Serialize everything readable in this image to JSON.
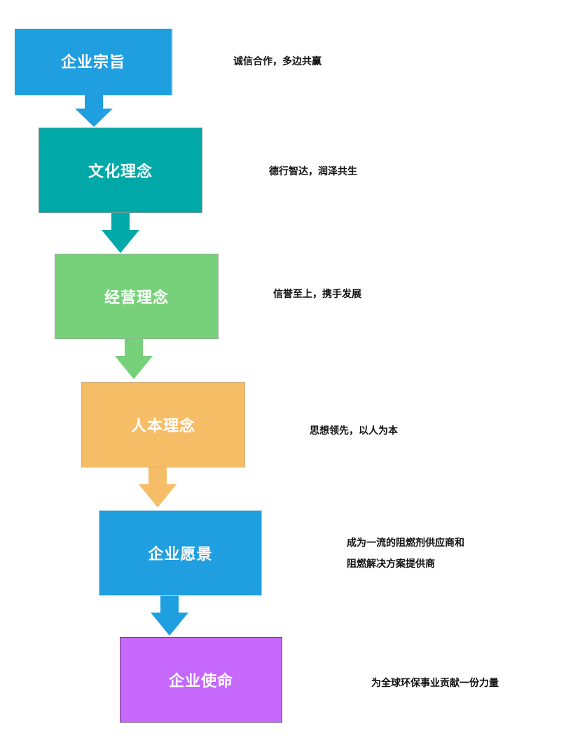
{
  "steps": [
    {
      "title": "企业宗旨",
      "description": [
        "诚信合作，多边共赢"
      ],
      "color": "#1f9fe0"
    },
    {
      "title": "文化理念",
      "description": [
        "德行智达，润泽共生"
      ],
      "color": "#00a8a8"
    },
    {
      "title": "经营理念",
      "description": [
        "信誉至上，携手发展"
      ],
      "color": "#77d07a"
    },
    {
      "title": "人本理念",
      "description": [
        "思想领先，以人为本"
      ],
      "color": "#f6bd67"
    },
    {
      "title": "企业愿景",
      "description": [
        "成为一流的阻燃剂供应商和",
        "阻燃解决方案提供商"
      ],
      "color": "#1f9fe0"
    },
    {
      "title": "企业使命",
      "description": [
        "为全球环保事业贡献一份力量"
      ],
      "color": "#c568fb"
    }
  ]
}
